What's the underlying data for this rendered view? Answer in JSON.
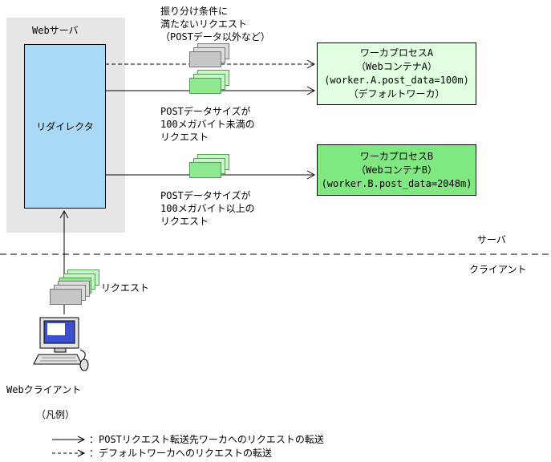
{
  "colors": {
    "server_area_bg": "#e6e6e6",
    "redirector_bg": "#a9d9f7",
    "worker_a_bg": "#e0ffe0",
    "worker_b_bg": "#80e880",
    "packet_gray": "#c6c6c6",
    "packet_gray_light": "#dcdcdc",
    "packet_green": "#8fe88f",
    "packet_green_light": "#caf5ca"
  },
  "server_area": {
    "label": "Webサーバ"
  },
  "redirector": {
    "label": "リダイレクタ"
  },
  "notes": {
    "non_post": "振り分け条件に\n満たないリクエスト\n（POSTデータ以外など）",
    "post_under": "POSTデータサイズが\n100メガバイト未満の\nリクエスト",
    "post_over": "POSTデータサイズが\n100メガバイト以上の\nリクエスト"
  },
  "worker_a": {
    "lines": [
      "ワーカプロセスA",
      "（WebコンテナA）",
      "(worker.A.post_data=100m)",
      "（デフォルトワーカ）"
    ]
  },
  "worker_b": {
    "lines": [
      "ワーカプロセスB",
      "（WebコンテナB）",
      "(worker.B.post_data=2048m)"
    ]
  },
  "zones": {
    "server": "サーバ",
    "client": "クライアント"
  },
  "client": {
    "request_label": "リクエスト",
    "label": "Webクライアント"
  },
  "legend": {
    "title": "（凡例）",
    "solid_label": "：POSTリクエスト転送先ワーカへのリクエストの転送",
    "dashed_label": "：デフォルトワーカへのリクエストの転送"
  }
}
